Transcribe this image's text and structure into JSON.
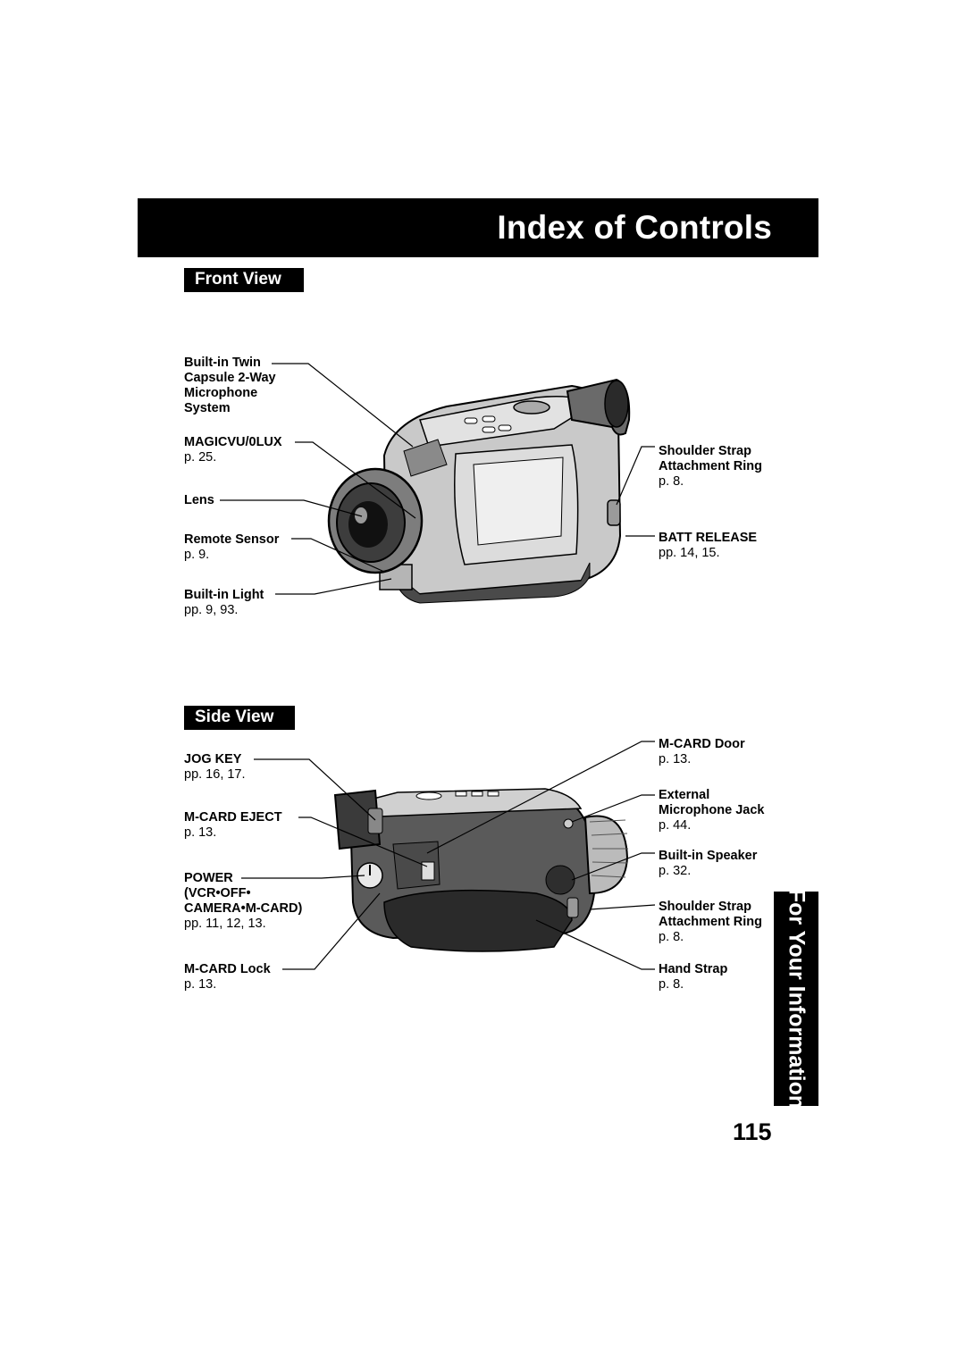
{
  "header": {
    "title": "Index of Controls"
  },
  "front_view": {
    "tag": "Front View",
    "labels": {
      "twin_mic": {
        "lines": [
          "Built-in Twin",
          "Capsule 2-Way",
          "Microphone",
          "System"
        ]
      },
      "magicvu": {
        "name": "MAGICVU/0LUX",
        "page": "p. 25."
      },
      "lens": {
        "name": "Lens"
      },
      "remote_sensor": {
        "name": "Remote Sensor",
        "page": "p. 9."
      },
      "light": {
        "name": "Built-in Light",
        "page": "pp. 9, 93."
      },
      "shoulder_ring": {
        "line1": "Shoulder Strap",
        "line2": "Attachment Ring",
        "page": "p. 8."
      },
      "batt_release": {
        "name": "BATT RELEASE",
        "page": "pp. 14, 15."
      }
    }
  },
  "side_view": {
    "tag": "Side View",
    "labels": {
      "jog_key": {
        "name": "JOG KEY",
        "page": "pp. 16, 17."
      },
      "mcard_eject": {
        "name": "M-CARD EJECT",
        "page": "p. 13."
      },
      "power": {
        "line1": "POWER",
        "line2": "(VCR•OFF•",
        "line3": "CAMERA•M-CARD)",
        "page": "pp. 11, 12, 13."
      },
      "mcard_lock": {
        "name": "M-CARD Lock",
        "page": "p. 13."
      },
      "mcard_door": {
        "name": "M-CARD Door",
        "page": "p. 13."
      },
      "ext_mic": {
        "line1": "External",
        "line2": "Microphone Jack",
        "page": "p. 44."
      },
      "speaker": {
        "name": "Built-in Speaker",
        "page": "p. 32."
      },
      "shoulder_ring": {
        "line1": "Shoulder Strap",
        "line2": "Attachment Ring",
        "page": "p. 8."
      },
      "hand_strap": {
        "name": "Hand Strap",
        "page": "p. 8."
      }
    }
  },
  "side_tab": {
    "text": "For Your Information"
  },
  "page_number": "115"
}
